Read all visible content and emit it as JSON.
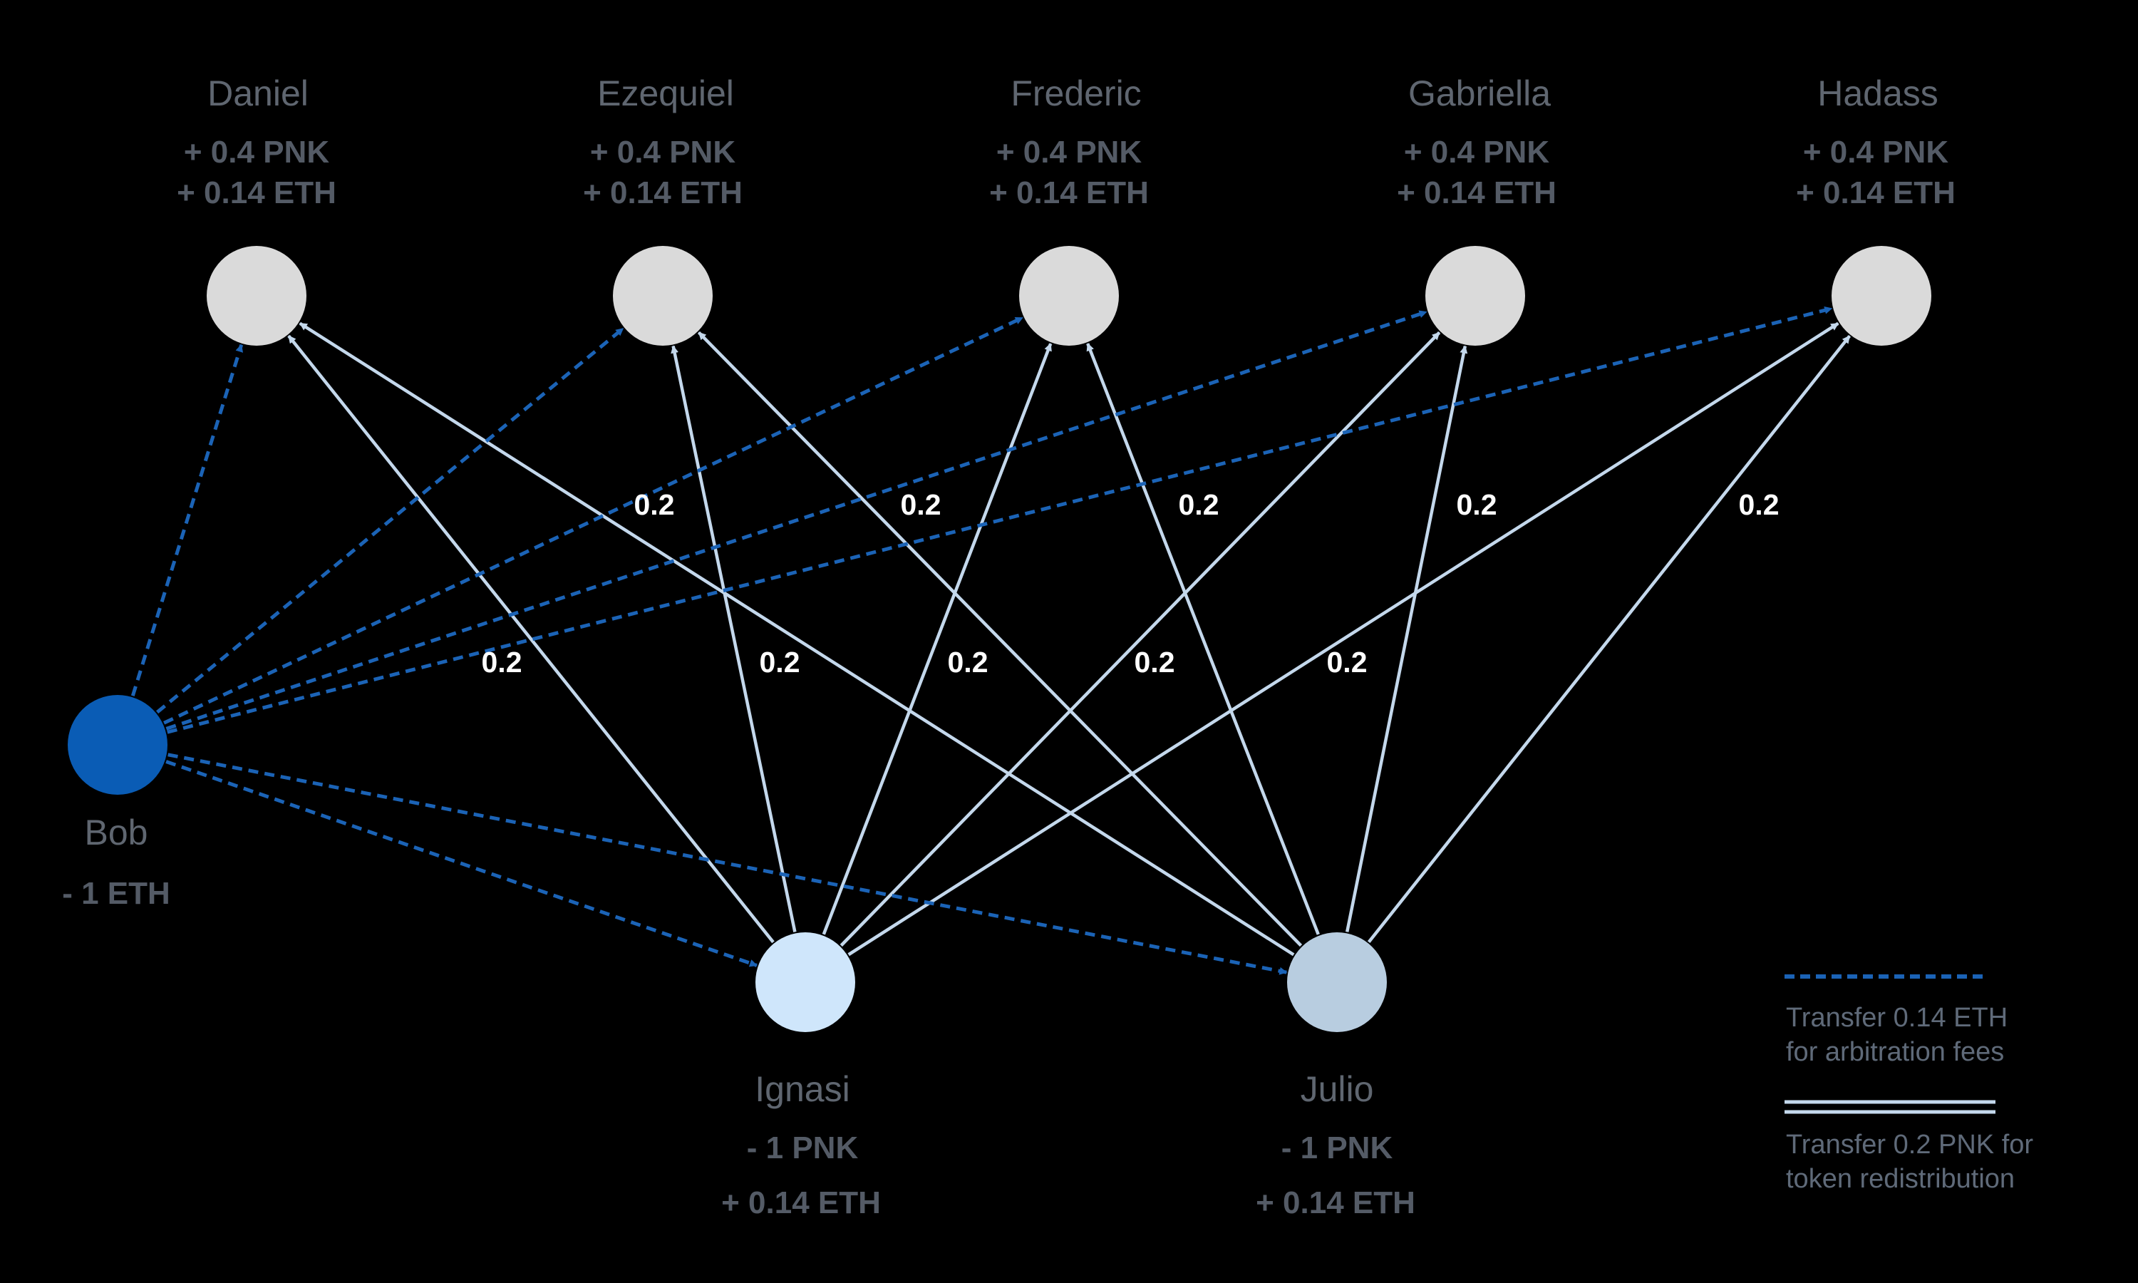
{
  "colors": {
    "background": "#000000",
    "eth_arrow": "#1b63b6",
    "pnk_arrow": "#c4d8ec",
    "bob": "#0a5cb5",
    "ignasi": "#cfe6fb",
    "julio": "#b8cde0",
    "juror": "#dadada",
    "name_text": "#5f6670",
    "balance_text": "#545b66",
    "edge_label": "#ffffff"
  },
  "jurors": [
    {
      "id": "daniel",
      "name": "Daniel",
      "pnk": "+ 0.4 PNK",
      "eth": "+ 0.14 ETH"
    },
    {
      "id": "ezequiel",
      "name": "Ezequiel",
      "pnk": "+ 0.4 PNK",
      "eth": "+ 0.14 ETH"
    },
    {
      "id": "frederic",
      "name": "Frederic",
      "pnk": "+ 0.4 PNK",
      "eth": "+ 0.14 ETH"
    },
    {
      "id": "gabriella",
      "name": "Gabriella",
      "pnk": "+ 0.4 PNK",
      "eth": "+ 0.14 ETH"
    },
    {
      "id": "hadass",
      "name": "Hadass",
      "pnk": "+ 0.4 PNK",
      "eth": "+ 0.14 ETH"
    }
  ],
  "bob": {
    "name": "Bob",
    "eth": "- 1 ETH"
  },
  "losers": [
    {
      "id": "ignasi",
      "name": "Ignasi",
      "pnk": "- 1 PNK",
      "eth": "+ 0.14 ETH"
    },
    {
      "id": "julio",
      "name": "Julio",
      "pnk": "- 1 PNK",
      "eth": "+ 0.14 ETH"
    }
  ],
  "edge_labels": {
    "upper": [
      "0.2",
      "0.2",
      "0.2",
      "0.2",
      "0.2"
    ],
    "lower": [
      "0.2",
      "0.2",
      "0.2",
      "0.2",
      "0.2"
    ]
  },
  "legend": {
    "eth_line1": "Transfer 0.14 ETH",
    "eth_line2": "for arbitration fees",
    "pnk_line1": "Transfer 0.2 PNK for",
    "pnk_line2": "token redistribution"
  }
}
